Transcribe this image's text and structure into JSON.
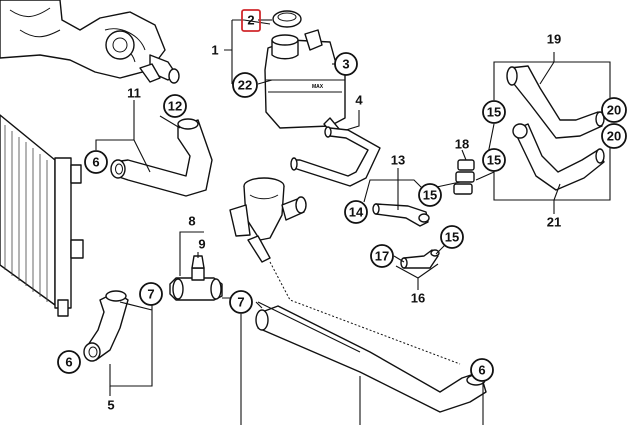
{
  "callouts": {
    "c1": "1",
    "c2": "2",
    "c3": "3",
    "c4": "4",
    "c5": "5",
    "c6a": "6",
    "c6b": "6",
    "c6c": "6",
    "c7a": "7",
    "c7b": "7",
    "c8": "8",
    "c9": "9",
    "c11": "11",
    "c12": "12",
    "c13": "13",
    "c14": "14",
    "c15a": "15",
    "c15b": "15",
    "c15c": "15",
    "c15d": "15",
    "c16": "16",
    "c17": "17",
    "c18": "18",
    "c19": "19",
    "c20a": "20",
    "c20b": "20",
    "c21": "21",
    "c22": "22"
  },
  "highlighted_part": "2",
  "highlight_color": "#d0282c",
  "tank_label": "MAX"
}
